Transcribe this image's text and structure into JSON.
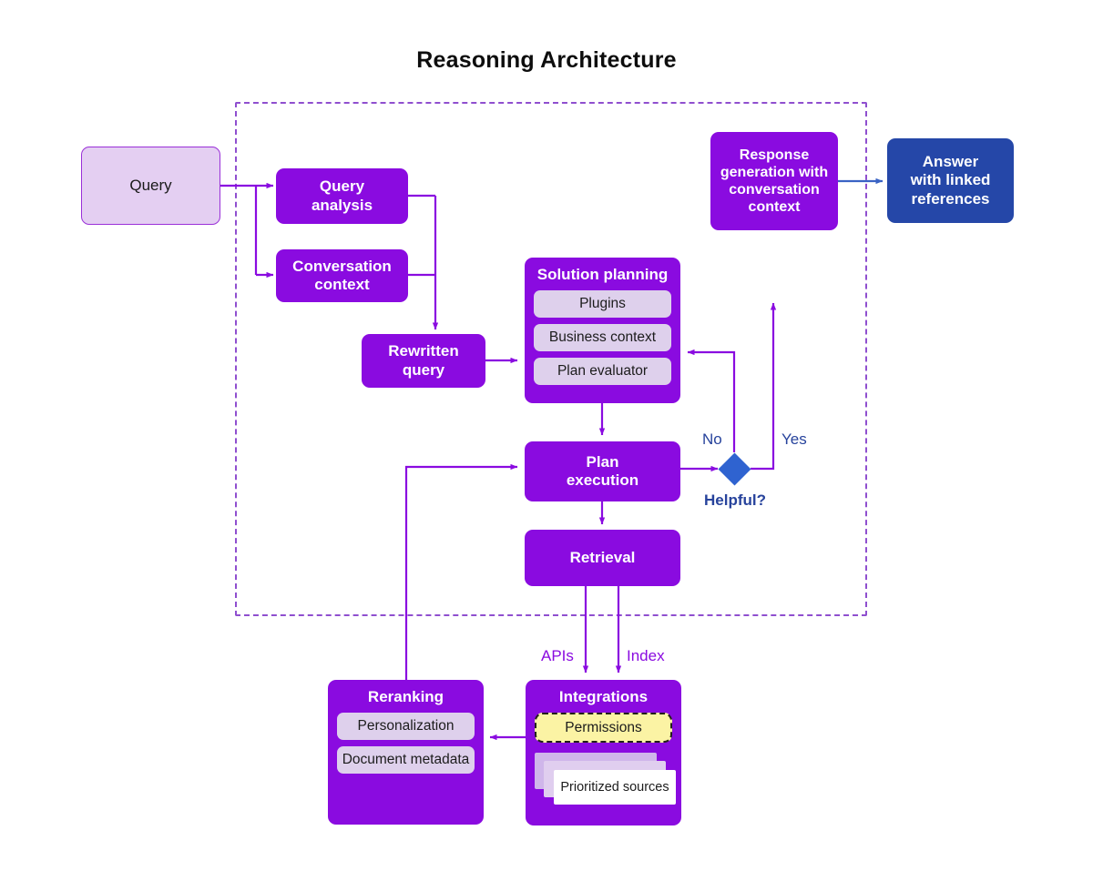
{
  "page": {
    "title": "Reasoning Architecture",
    "background": "#ffffff"
  },
  "colors": {
    "purple": "#8A0BE0",
    "lavender": "#e4cff2",
    "sub_lavender": "#ded0ec",
    "navy": "#2547a8",
    "decision_blue": "#2f63d0",
    "permissions_yellow": "#fbf3a4",
    "dashed_border": "#8f4fcf",
    "label_navy": "#27439c"
  },
  "boundary": {
    "name": "reasoning-system-boundary",
    "style": "dashed"
  },
  "nodes": {
    "query": {
      "label": "Query",
      "style": "lavender"
    },
    "query_analysis": {
      "label": "Query\nanalysis",
      "line1": "Query",
      "line2": "analysis",
      "style": "purple"
    },
    "conversation_context": {
      "line1": "Conversation",
      "line2": "context",
      "style": "purple"
    },
    "rewritten_query": {
      "line1": "Rewritten",
      "line2": "query",
      "style": "purple"
    },
    "solution_planning": {
      "title": "Solution planning",
      "items": [
        "Plugins",
        "Business context",
        "Plan evaluator"
      ],
      "style": "purple-group"
    },
    "plan_execution": {
      "line1": "Plan",
      "line2": "execution",
      "style": "purple"
    },
    "retrieval": {
      "label": "Retrieval",
      "style": "purple"
    },
    "helpful_decision": {
      "label": "Helpful?",
      "style": "diamond-blue"
    },
    "response_generation": {
      "line1": "Response",
      "line2": "generation with",
      "line3": "conversation",
      "line4": "context",
      "style": "purple"
    },
    "answer": {
      "line1": "Answer",
      "line2": "with linked",
      "line3": "references",
      "style": "navy"
    },
    "reranking": {
      "title": "Reranking",
      "items": [
        "Personalization",
        "Document metadata"
      ],
      "style": "purple-group"
    },
    "integrations": {
      "title": "Integrations",
      "permissions": "Permissions",
      "prioritized_sources": "Prioritized sources",
      "style": "purple-group"
    }
  },
  "edge_labels": {
    "no": "No",
    "yes": "Yes",
    "apis": "APIs",
    "index": "Index"
  },
  "chart_data": {
    "type": "diagram",
    "title": "Reasoning Architecture",
    "nodes": [
      {
        "id": "query",
        "label": "Query",
        "kind": "input",
        "fill": "#e4cff2"
      },
      {
        "id": "query_analysis",
        "label": "Query analysis",
        "kind": "process",
        "fill": "#8A0BE0"
      },
      {
        "id": "conversation_context",
        "label": "Conversation context",
        "kind": "process",
        "fill": "#8A0BE0"
      },
      {
        "id": "rewritten_query",
        "label": "Rewritten query",
        "kind": "process",
        "fill": "#8A0BE0"
      },
      {
        "id": "solution_planning",
        "label": "Solution planning",
        "kind": "container",
        "fill": "#8A0BE0",
        "children": [
          "Plugins",
          "Business context",
          "Plan evaluator"
        ]
      },
      {
        "id": "plan_execution",
        "label": "Plan execution",
        "kind": "process",
        "fill": "#8A0BE0"
      },
      {
        "id": "helpful",
        "label": "Helpful?",
        "kind": "decision",
        "fill": "#2f63d0"
      },
      {
        "id": "retrieval",
        "label": "Retrieval",
        "kind": "process",
        "fill": "#8A0BE0"
      },
      {
        "id": "response_generation",
        "label": "Response generation with conversation context",
        "kind": "process",
        "fill": "#8A0BE0"
      },
      {
        "id": "answer",
        "label": "Answer with linked references",
        "kind": "output",
        "fill": "#2547a8"
      },
      {
        "id": "reranking",
        "label": "Reranking",
        "kind": "container",
        "fill": "#8A0BE0",
        "children": [
          "Personalization",
          "Document metadata"
        ]
      },
      {
        "id": "integrations",
        "label": "Integrations",
        "kind": "container",
        "fill": "#8A0BE0",
        "children": [
          "Permissions",
          "Prioritized sources"
        ]
      }
    ],
    "edges": [
      {
        "from": "query",
        "to": "query_analysis",
        "label": ""
      },
      {
        "from": "query",
        "to": "conversation_context",
        "label": ""
      },
      {
        "from": "query_analysis",
        "to": "rewritten_query",
        "label": ""
      },
      {
        "from": "conversation_context",
        "to": "rewritten_query",
        "label": ""
      },
      {
        "from": "rewritten_query",
        "to": "solution_planning",
        "label": ""
      },
      {
        "from": "solution_planning",
        "to": "plan_execution",
        "label": ""
      },
      {
        "from": "plan_execution",
        "to": "helpful",
        "label": ""
      },
      {
        "from": "plan_execution",
        "to": "retrieval",
        "label": ""
      },
      {
        "from": "helpful",
        "to": "solution_planning",
        "label": "No"
      },
      {
        "from": "helpful",
        "to": "response_generation",
        "label": "Yes"
      },
      {
        "from": "response_generation",
        "to": "answer",
        "label": ""
      },
      {
        "from": "retrieval",
        "to": "integrations",
        "label": "APIs"
      },
      {
        "from": "retrieval",
        "to": "integrations",
        "label": "Index"
      },
      {
        "from": "integrations",
        "to": "reranking",
        "label": ""
      },
      {
        "from": "reranking",
        "to": "plan_execution",
        "label": ""
      }
    ]
  }
}
